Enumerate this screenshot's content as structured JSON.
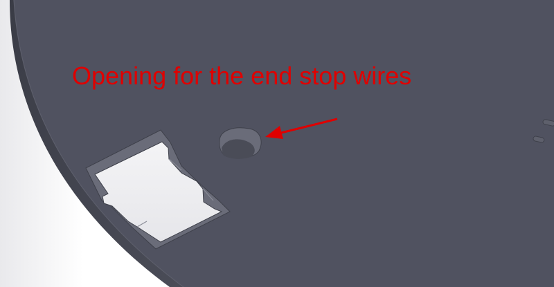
{
  "annotation": {
    "text": "Opening for the end stop wires",
    "color": "#e00000"
  },
  "colors": {
    "plate_top": "#505260",
    "plate_edge": "#42444f",
    "hole_wall": "#6a6c79",
    "background": "#ffffff"
  },
  "features": {
    "hole": "end-stop-wire-opening",
    "pointer": "red-arrow-pointing-left"
  }
}
